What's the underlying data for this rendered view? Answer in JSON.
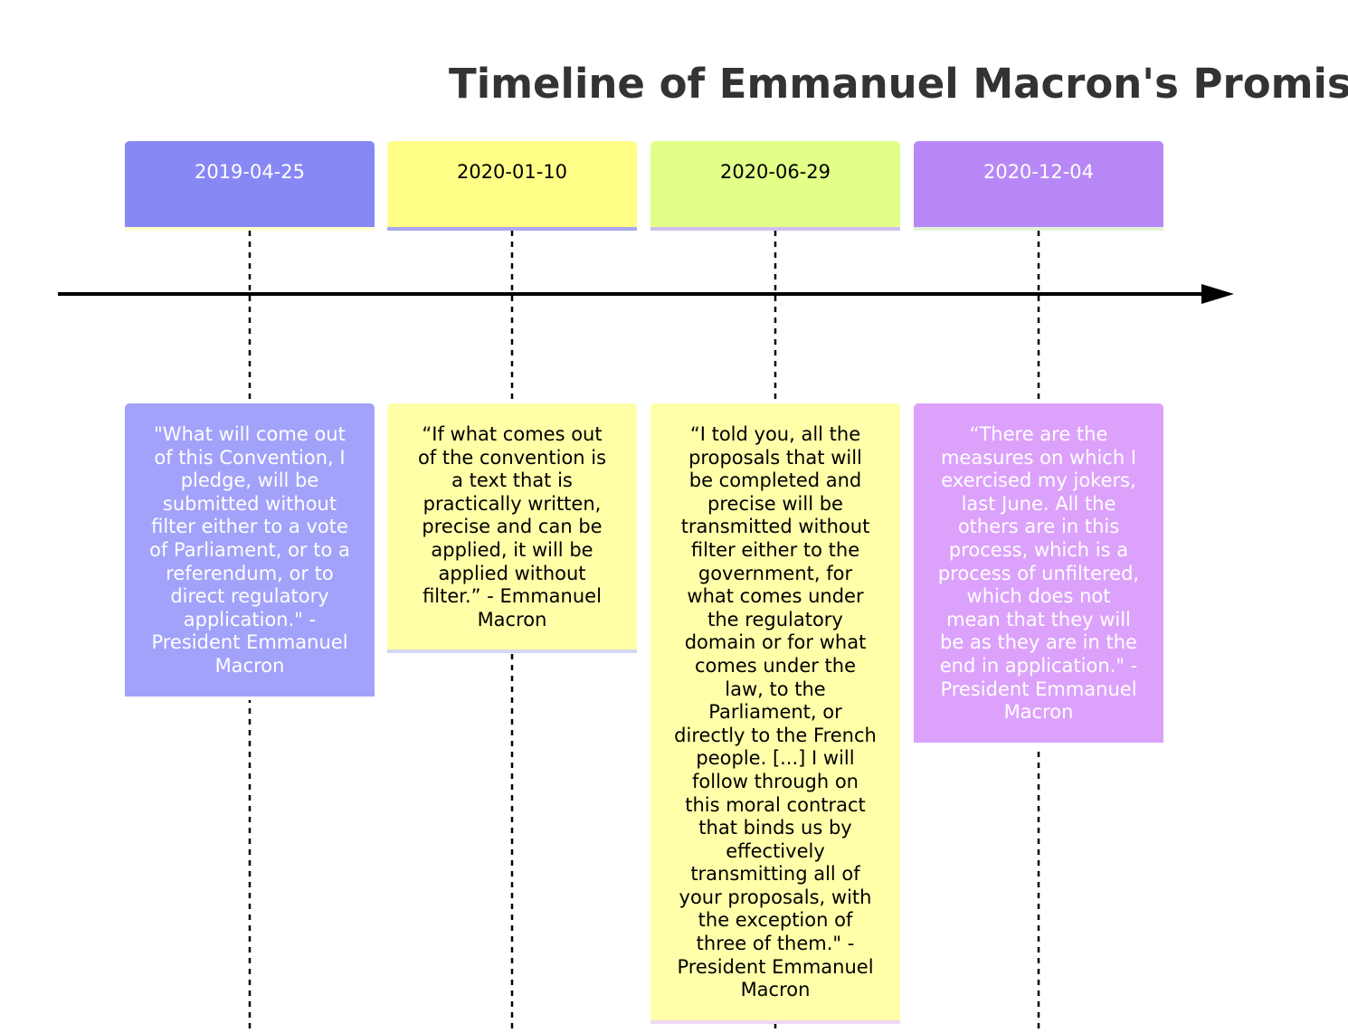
{
  "title": "Timeline of Emmanuel Macron's Promises",
  "events": [
    {
      "date": "2019-04-25",
      "quote": "\"What will come out of this Convention, I pledge, will be submitted without filter either to a vote of Parliament, or to a referendum, or to direct regulatory application.\" - President Emmanuel Macron",
      "header_color": "#8888f5",
      "header_text_color": "#ffffff",
      "header_bar_color": "#ffffcc",
      "body_color": "#a2a2fb",
      "body_text_color": "#ffffff",
      "body_bar_color": "#ffffff"
    },
    {
      "date": "2020-01-10",
      "quote": "“If what comes out of the convention is a text that is practically written, precise and can be applied, it will be applied without filter.” - Emmanuel Macron",
      "header_color": "#ffff88",
      "header_text_color": "#000000",
      "header_bar_color": "#a9a9f3",
      "body_color": "#ffffa8",
      "body_text_color": "#000000",
      "body_bar_color": "#d7d7f3"
    },
    {
      "date": "2020-06-29",
      "quote": "“I told you, all the proposals that will be completed and precise will be transmitted without filter either to the government, for what comes under the regulatory domain or for what comes under the law, to the Parliament, or directly to the French people. [...] I will follow through on this moral contract that binds us by effectively transmitting all of your proposals, with the exception of three of them.\" - President Emmanuel Macron",
      "header_color": "#e2ff88",
      "header_text_color": "#000000",
      "header_bar_color": "#cdbff3",
      "body_color": "#ffffaa",
      "body_text_color": "#000000",
      "body_bar_color": "#f0d8f3"
    },
    {
      "date": "2020-12-04",
      "quote": "“There are the measures on which I exercised my jokers, last June. All the others are in this process, which is a process of unfiltered, which does not mean that they will be as they are in the end in application.\" - President Emmanuel Macron",
      "header_color": "#b788f5",
      "header_text_color": "#ffffff",
      "header_bar_color": "#e4f3d7",
      "body_color": "#dca2fb",
      "body_text_color": "#ffffff",
      "body_bar_color": "#ffffff"
    }
  ],
  "axis_color": "#000000",
  "dash_color": "#000000"
}
